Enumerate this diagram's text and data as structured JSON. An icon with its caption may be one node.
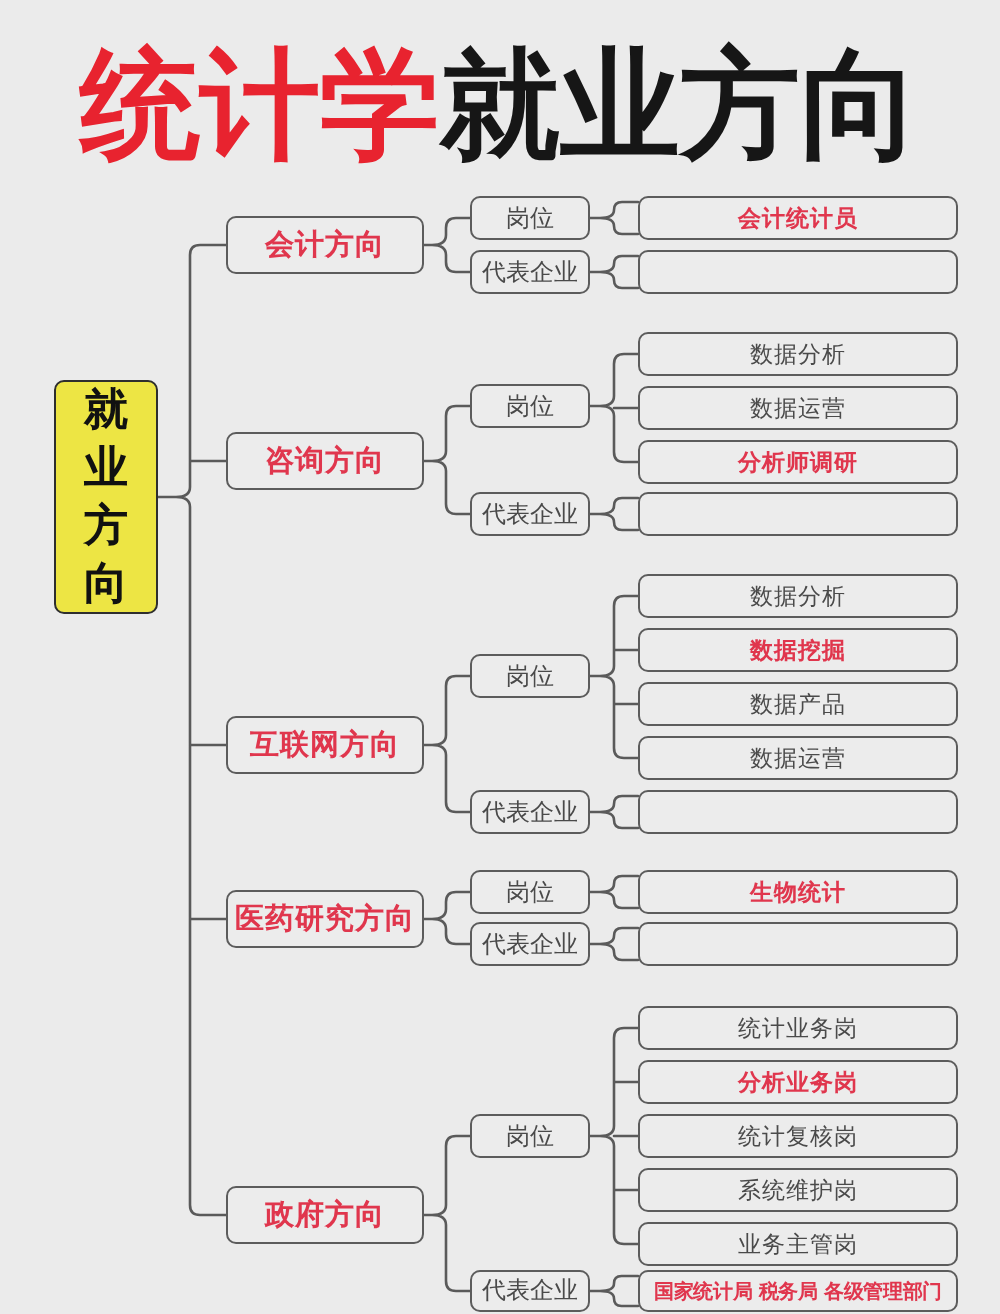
{
  "diagram": {
    "title": "**统计学**就业方向",
    "nodes": [
      {
        "text": [
          "就业方向"
        ]
      },
      {
        "text": [
          "会计方向"
        ]
      },
      {
        "text": [
          "岗位"
        ]
      },
      {
        "text": [
          "会计统计员"
        ]
      },
      {
        "text": [
          "代表企业"
        ]
      },
      {
        "text": [],
        "shape": "box"
      },
      {
        "text": [
          "咨询方向"
        ]
      },
      {
        "text": [
          "岗位"
        ]
      },
      {
        "text": [
          "数据分析"
        ]
      },
      {
        "text": [
          "数据运营"
        ]
      },
      {
        "text": [
          "分析师调研"
        ]
      },
      {
        "text": [
          "代表企业"
        ]
      },
      {
        "text": [],
        "shape": "box"
      },
      {
        "text": [
          "互联网方向"
        ]
      },
      {
        "text": [
          "岗位"
        ]
      },
      {
        "text": [
          "数据分析"
        ]
      },
      {
        "text": [
          "数据挖掘"
        ]
      },
      {
        "text": [
          "数据产品"
        ]
      },
      {
        "text": [
          "数据运营"
        ]
      },
      {
        "text": [
          "代表企业"
        ]
      },
      {
        "text": [],
        "shape": "box"
      },
      {
        "text": [
          "医药研究方向"
        ]
      },
      {
        "text": [
          "岗位"
        ]
      },
      {
        "text": [
          "生物统计"
        ]
      },
      {
        "text": [
          "代表企业"
        ]
      },
      {
        "text": [],
        "shape": "box"
      },
      {
        "text": [
          "政府方向"
        ]
      },
      {
        "text": [
          "岗位"
        ]
      },
      {
        "text": [
          "统计业务岗"
        ]
      },
      {
        "text": [
          "分析业务岗"
        ]
      },
      {
        "text": [
          "统计复核岗"
        ]
      },
      {
        "text": [
          "系统维护岗"
        ]
      },
      {
        "text": [
          "业务主管岗"
        ]
      },
      {
        "text": [
          "代表企业"
        ]
      },
      {
        "text": [
          "国家统计局 税务局 各级管理部门"
        ]
      }
    ],
    "edges": [
      {
        "from": 0,
        "to": 1,
        "arrow": "none"
      },
      {
        "from": 0,
        "to": 6,
        "arrow": "none"
      },
      {
        "from": 0,
        "to": 13,
        "arrow": "none"
      },
      {
        "from": 0,
        "to": 21,
        "arrow": "none"
      },
      {
        "from": 0,
        "to": 26,
        "arrow": "none"
      },
      {
        "from": 1,
        "to": 2,
        "arrow": "none"
      },
      {
        "from": 1,
        "to": 4,
        "arrow": "none"
      },
      {
        "from": 2,
        "to": 3,
        "arrow": "none"
      },
      {
        "from": 4,
        "to": 5,
        "arrow": "none"
      },
      {
        "from": 6,
        "to": 7,
        "arrow": "none"
      },
      {
        "from": 6,
        "to": 11,
        "arrow": "none"
      },
      {
        "from": 7,
        "to": 8,
        "arrow": "none"
      },
      {
        "from": 7,
        "to": 9,
        "arrow": "none"
      },
      {
        "from": 7,
        "to": 10,
        "arrow": "none"
      },
      {
        "from": 11,
        "to": 12,
        "arrow": "none"
      },
      {
        "from": 13,
        "to": 14,
        "arrow": "none"
      },
      {
        "from": 13,
        "to": 19,
        "arrow": "none"
      },
      {
        "from": 14,
        "to": 15,
        "arrow": "none"
      },
      {
        "from": 14,
        "to": 16,
        "arrow": "none"
      },
      {
        "from": 14,
        "to": 17,
        "arrow": "none"
      },
      {
        "from": 14,
        "to": 18,
        "arrow": "none"
      },
      {
        "from": 19,
        "to": 20,
        "arrow": "none"
      },
      {
        "from": 21,
        "to": 22,
        "arrow": "none"
      },
      {
        "from": 21,
        "to": 24,
        "arrow": "none"
      },
      {
        "from": 22,
        "to": 23,
        "arrow": "none"
      },
      {
        "from": 24,
        "to": 25,
        "arrow": "none"
      },
      {
        "from": 26,
        "to": 27,
        "arrow": "none"
      },
      {
        "from": 26,
        "to": 33,
        "arrow": "none"
      },
      {
        "from": 27,
        "to": 28,
        "arrow": "none"
      },
      {
        "from": 27,
        "to": 29,
        "arrow": "none"
      },
      {
        "from": 27,
        "to": 30,
        "arrow": "none"
      },
      {
        "from": 27,
        "to": 31,
        "arrow": "none"
      },
      {
        "from": 27,
        "to": 32,
        "arrow": "none"
      },
      {
        "from": 33,
        "to": 34,
        "arrow": "none"
      }
    ]
  }
}
